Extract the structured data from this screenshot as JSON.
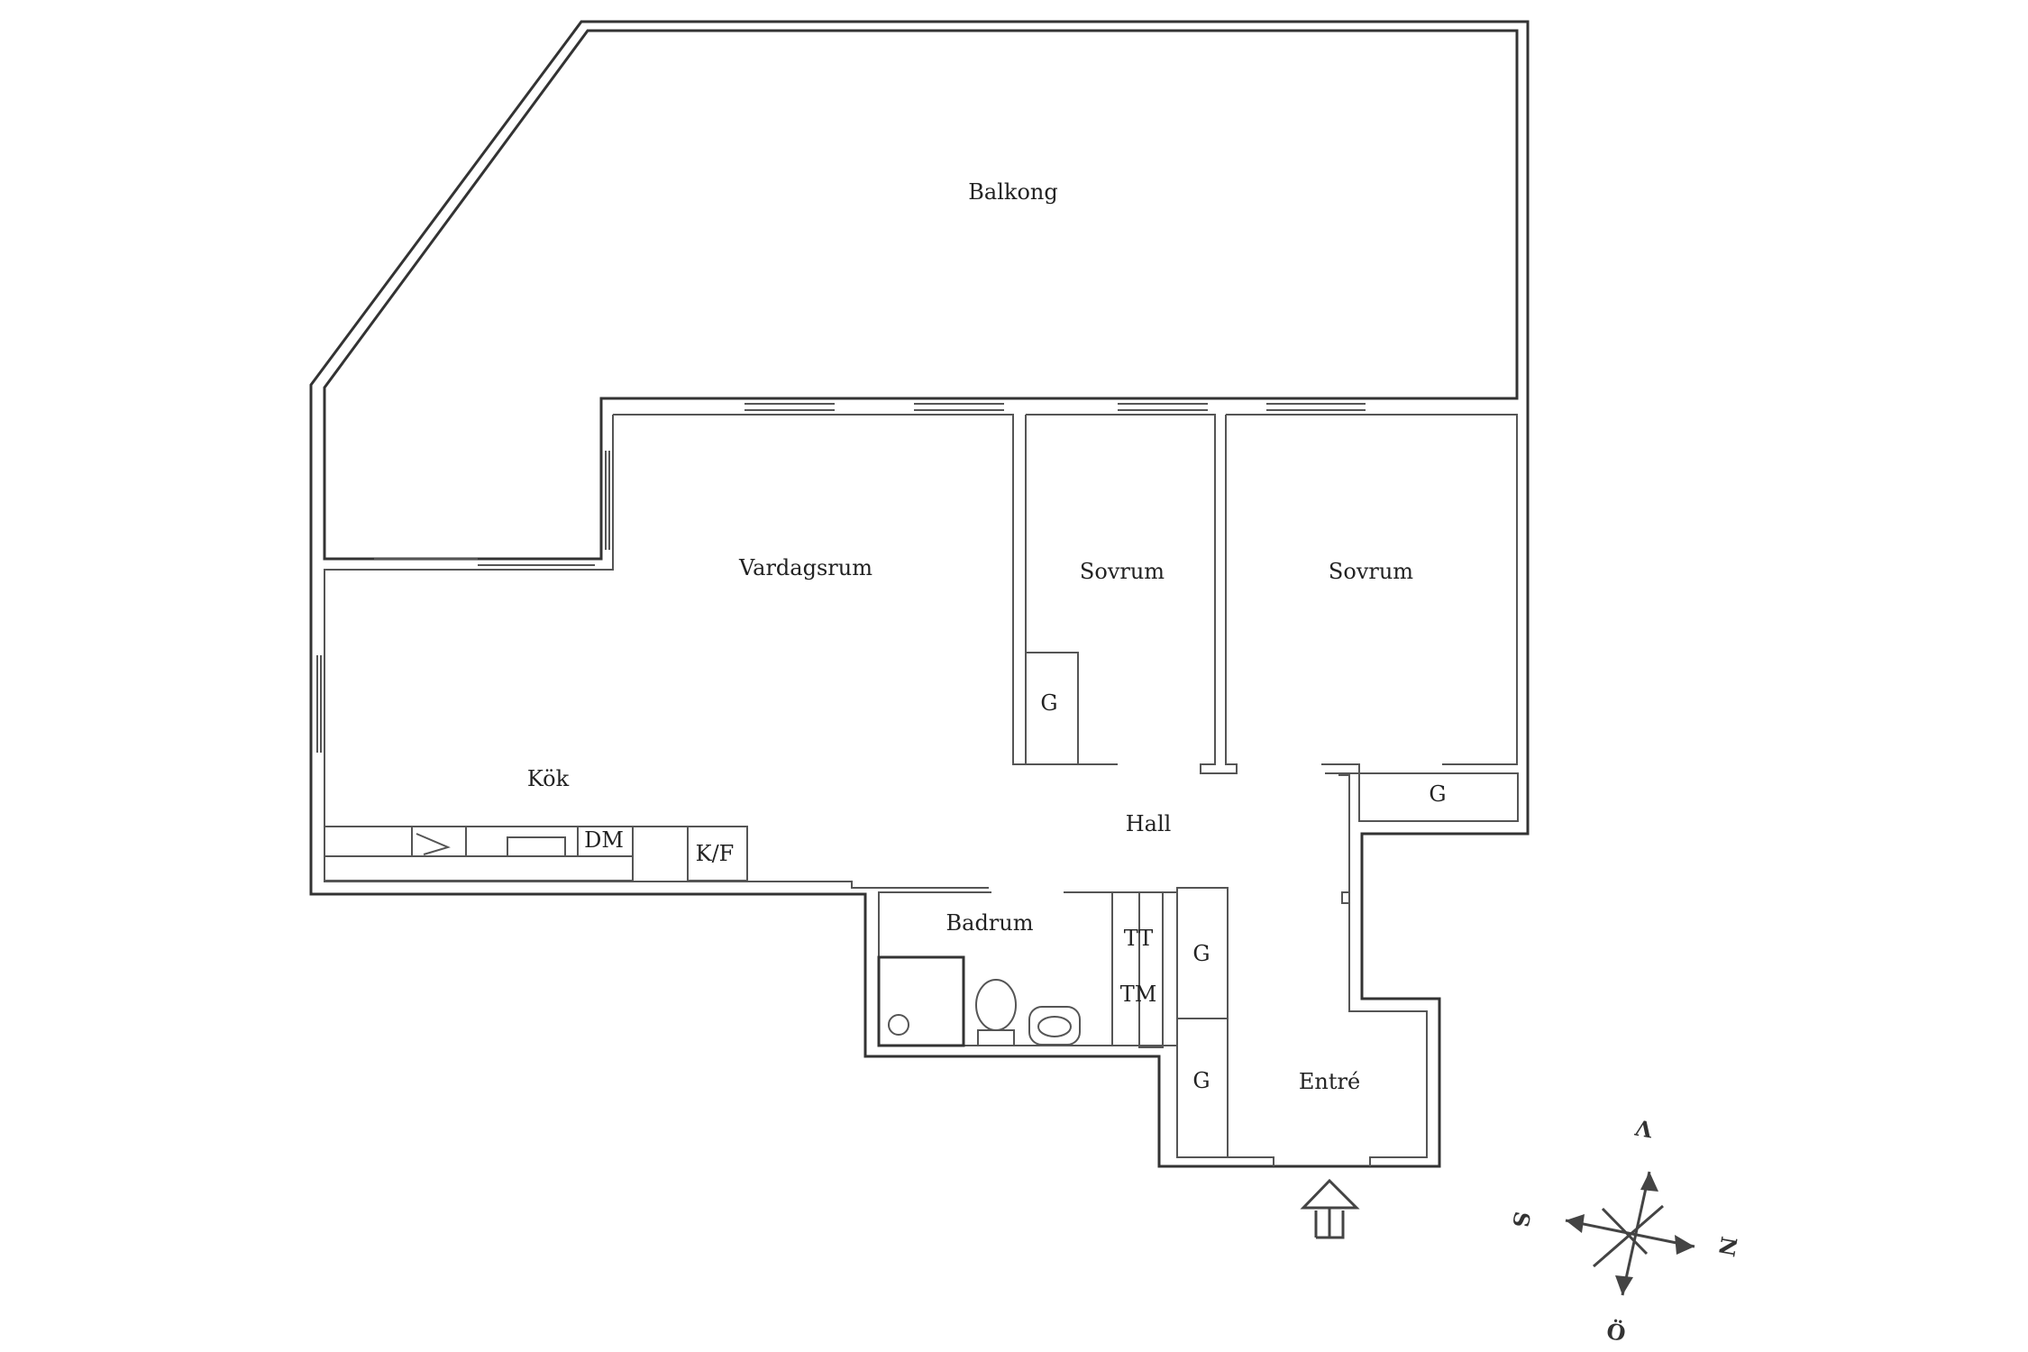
{
  "rooms": {
    "balkong": "Balkong",
    "vardagsrum": "Vardagsrum",
    "sovrum_1": "Sovrum",
    "sovrum_2": "Sovrum",
    "kok": "Kök",
    "hall": "Hall",
    "badrum": "Badrum",
    "entre": "Entré"
  },
  "fixtures": {
    "wardrobe_sovrum_1": "G",
    "wardrobe_sovrum_2": "G",
    "wardrobe_hall_1": "G",
    "wardrobe_hall_2": "G",
    "dishwasher": "DM",
    "fridge_freezer": "K/F",
    "tumble_dryer": "TT",
    "washing_machine": "TM"
  },
  "compass": {
    "north": "N",
    "south": "S",
    "east": "Ö",
    "west": "V"
  },
  "icons": {
    "entrance": "entrance-arrow-icon",
    "compass": "compass-rose-icon",
    "toilet": "toilet-icon",
    "sink": "sink-icon",
    "shower": "shower-icon",
    "stove": "stove-icon",
    "kitchen_sink": "kitchen-sink-icon"
  },
  "colors": {
    "wall": "#333333",
    "line": "#555555"
  }
}
